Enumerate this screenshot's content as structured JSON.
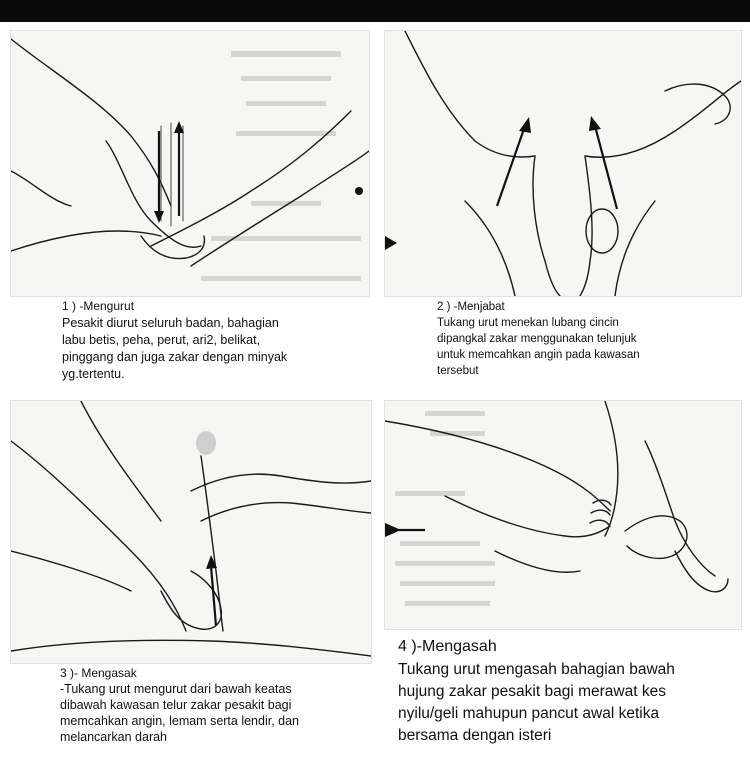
{
  "panels": [
    {
      "id": "p1",
      "title": "1 ) -Mengurut",
      "body": "Pesakit diurut seluruh badan, bahagian\nlabu betis, peha, perut, ari2, belikat,\npinggang dan juga zakar dengan minyak\nyg.tertentu."
    },
    {
      "id": "p2",
      "title": "2 ) -Menjabat",
      "body": "Tukang urut menekan lubang cincin\ndipangkal zakar menggunakan telunjuk\nuntuk memcahkan angin pada kawasan\ntersebut"
    },
    {
      "id": "p3",
      "title": "3 )- Mengasak",
      "body": "-Tukang urut mengurut dari bawah keatas\ndibawah kawasan telur zakar pesakit bagi\nmemcahkan angin, lemam serta lendir, dan\nmelancarkan darah"
    },
    {
      "id": "p4",
      "title": "4 )-Mengasah",
      "body": "Tukang urut mengasah bahagian bawah\nhujung zakar pesakit bagi merawat kes\nnyilu/geli mahupun pancut awal ketika\nbersama dengan isteri"
    }
  ],
  "colors": {
    "background": "#ffffff",
    "top_bar": "#0a0a0a",
    "ink": "#1a1a1a"
  }
}
